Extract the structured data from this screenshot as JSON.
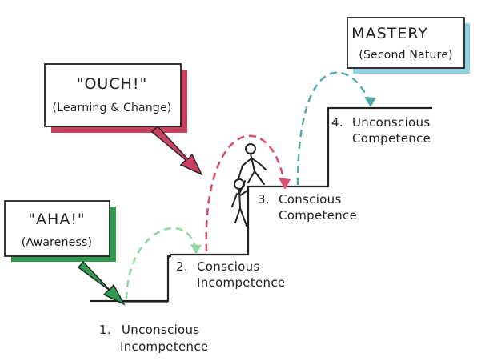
{
  "callouts": {
    "aha": {
      "title": "\"AHA!\"",
      "subtitle": "(Awareness)",
      "color": "#2e9b4f"
    },
    "ouch": {
      "title": "\"OUCH!\"",
      "subtitle": "(Learning & Change)",
      "color": "#c8425f"
    },
    "mastery": {
      "title": "MASTERY",
      "subtitle": "(Second Nature)",
      "color": "#8fd0e2"
    }
  },
  "stages": [
    {
      "number": "1.",
      "line1": "Unconscious",
      "line2": "Incompetence"
    },
    {
      "number": "2.",
      "line1": "Conscious",
      "line2": "Incompetence"
    },
    {
      "number": "3.",
      "line1": "Conscious",
      "line2": "Competence"
    },
    {
      "number": "4.",
      "line1": "Unconscious",
      "line2": "Competence"
    }
  ],
  "colors": {
    "arc_green": "#8fd8a6",
    "arc_pink": "#d8506c",
    "arc_blue": "#4ea9a8",
    "ink": "#222222"
  }
}
